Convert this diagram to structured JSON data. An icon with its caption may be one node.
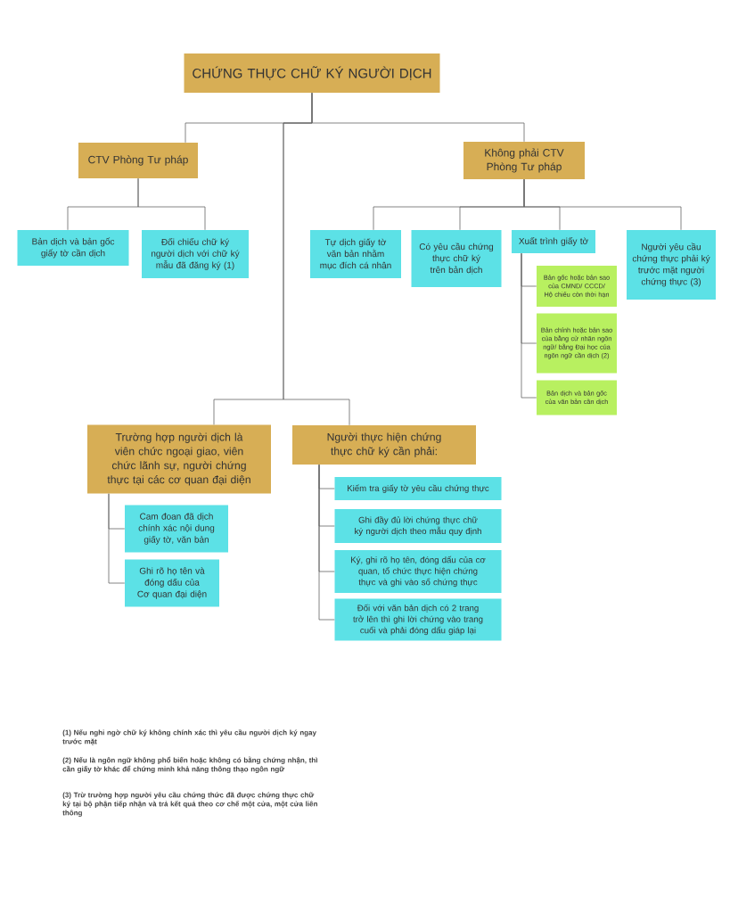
{
  "diagram": {
    "nodes": [
      {
        "text": [
          "CHỨNG THỰC CHỮ KÝ NGƯỜI DỊCH"
        ]
      },
      {
        "text": [
          "CTV Phòng Tư pháp"
        ]
      },
      {
        "text": [
          "Không phải CTV Phòng Tư pháp"
        ]
      },
      {
        "text": [
          "Bản dịch và bản gốc giấy tờ cần dịch"
        ]
      },
      {
        "text": [
          "Đối chiếu chữ ký người dịch với chữ ký mẫu đã đăng ký (1)"
        ]
      },
      {
        "text": [
          "Tự dịch giấy tờ văn bản nhằm mục đích cá nhân"
        ]
      },
      {
        "text": [
          "Có yêu cầu chứng thực chữ ký trên bản dịch"
        ]
      },
      {
        "text": [
          "Xuất trình giấy tờ"
        ]
      },
      {
        "text": [
          "Người yêu cầu chứng thực phải ký trước mặt người chứng thực (3)"
        ]
      },
      {
        "text": [
          "Bản gốc hoặc bản sao của CMND/ CCCD/ Hộ chiếu còn thời hạn"
        ]
      },
      {
        "text": [
          "Bản chính hoặc bản sao của bằng cử nhân ngôn ngữ/ bằng Đại học của ngôn ngữ cần dịch (2)"
        ]
      },
      {
        "text": [
          "Bản dịch và bản gốc của văn bản cần dịch"
        ]
      },
      {
        "text": [
          "Trường hợp người dịch là viên chức ngoại giao, viên chức lãnh sự, người chứng thực tại các cơ quan đại diện"
        ]
      },
      {
        "text": [
          "Người thực hiện chứng thực chữ ký cần phải:"
        ]
      },
      {
        "text": [
          "Cam đoan đã dịch chính xác nội dung giấy tờ, văn bản"
        ]
      },
      {
        "text": [
          "Ghi rõ họ tên và đóng dấu của Cơ quan đại diện"
        ]
      },
      {
        "text": [
          "Kiểm tra giấy tờ yêu cầu chứng thực"
        ]
      },
      {
        "text": [
          "Ghi đầy đủ lời chứng thực chữ ký người dịch theo mẫu quy định"
        ]
      },
      {
        "text": [
          "Ký, ghi rõ họ tên, đóng dấu của cơ quan, tổ chức thực hiện chứng thực và ghi vào sổ chứng thực"
        ]
      },
      {
        "text": [
          "Đối với văn bản dịch có 2 trang trở lên thì ghi lời chứng vào trang cuối và phải đóng dấu giáp lại"
        ]
      }
    ],
    "edges": [
      {
        "from": 0,
        "to": 1,
        "arrow": "none"
      },
      {
        "from": 0,
        "to": 2,
        "arrow": "none"
      },
      {
        "from": 0,
        "to": 12,
        "arrow": "none"
      },
      {
        "from": 0,
        "to": 13,
        "arrow": "none"
      },
      {
        "from": 1,
        "to": 3,
        "arrow": "none"
      },
      {
        "from": 1,
        "to": 4,
        "arrow": "none"
      },
      {
        "from": 2,
        "to": 5,
        "arrow": "none"
      },
      {
        "from": 2,
        "to": 6,
        "arrow": "none"
      },
      {
        "from": 2,
        "to": 7,
        "arrow": "none"
      },
      {
        "from": 2,
        "to": 8,
        "arrow": "none"
      },
      {
        "from": 7,
        "to": 9,
        "arrow": "none"
      },
      {
        "from": 7,
        "to": 10,
        "arrow": "none"
      },
      {
        "from": 7,
        "to": 11,
        "arrow": "none"
      },
      {
        "from": 12,
        "to": 14,
        "arrow": "none"
      },
      {
        "from": 12,
        "to": 15,
        "arrow": "none"
      },
      {
        "from": 13,
        "to": 16,
        "arrow": "none"
      },
      {
        "from": 13,
        "to": 17,
        "arrow": "none"
      },
      {
        "from": 13,
        "to": 18,
        "arrow": "none"
      },
      {
        "from": 13,
        "to": 19,
        "arrow": "none"
      }
    ],
    "labels": [
      "(1) Nếu nghi ngờ chữ ký không chính xác thì yêu cầu người dịch ký ngay trước mặt",
      "(2) Nếu là ngôn ngữ không phổ biến hoặc không có bằng chứng nhận, thì cần giấy tờ khác để chứng minh khả năng thông thạo ngôn ngữ",
      "(3) Trừ trường hợp người yêu cầu chứng thức đã được chứng thực chữ ký tại bộ phận tiếp nhận và trả kết quả theo cơ chế một cửa, một cửa liên thông"
    ]
  }
}
